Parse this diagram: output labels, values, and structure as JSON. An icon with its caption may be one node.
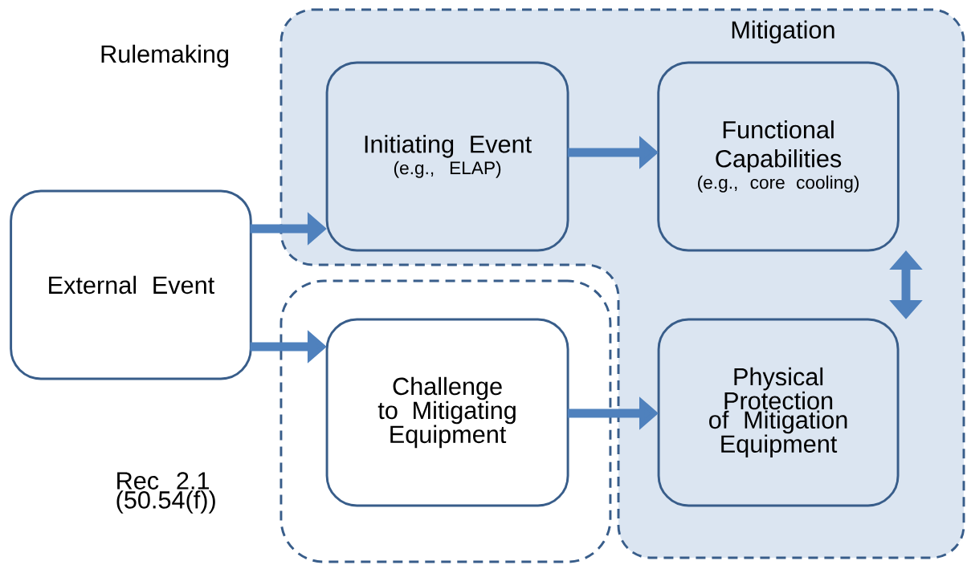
{
  "diagram": {
    "nodes": [
      {
        "text": [
          "Mitigation"
        ]
      },
      {
        "text": [
          "Initiating Event",
          "(e.g., ELAP)"
        ],
        "in": 0
      },
      {
        "text": [
          "Functional Capabilities",
          "(e.g., core cooling)"
        ],
        "in": 0
      },
      {
        "text": [
          "External Event"
        ]
      },
      {
        "text": [
          "Rec 2.1 (50.54(f))"
        ]
      },
      {
        "text": [
          "Challenge to Mitigating Equipment"
        ],
        "in": 4
      },
      {
        "text": [
          "Physical Protection of Mitigation Equipment"
        ],
        "in": 0
      }
    ],
    "edges": [
      {
        "from": 3,
        "to": 1,
        "arrow": "to"
      },
      {
        "from": 3,
        "to": 5,
        "arrow": "to"
      },
      {
        "from": 1,
        "to": 2,
        "arrow": "to"
      },
      {
        "from": 5,
        "to": 6,
        "arrow": "to"
      },
      {
        "from": 2,
        "to": 6,
        "arrow": "both"
      }
    ],
    "labels": [
      "Rulemaking"
    ]
  }
}
